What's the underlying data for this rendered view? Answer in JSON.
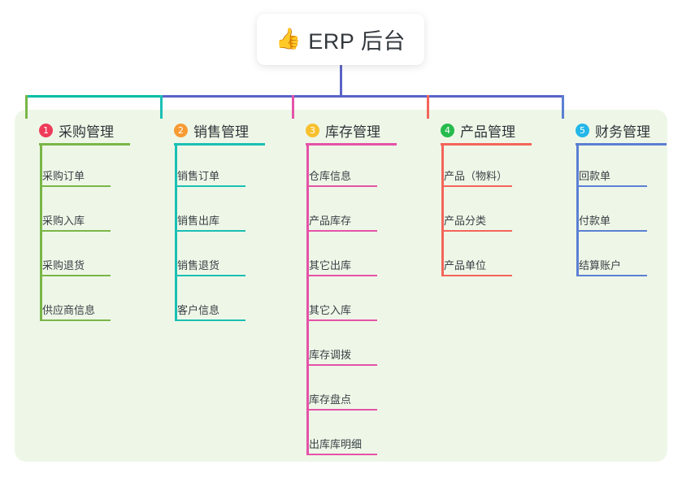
{
  "title": {
    "icon": "thumbs-up-icon",
    "emoji": "👍",
    "text": "ERP 后台"
  },
  "diagram": {
    "type": "mind-map",
    "background": "#ffffff",
    "panel_color": "#eef7e7",
    "trunk_color": "#5b63c7",
    "bus_segments": [
      {
        "color": "#7ab648"
      },
      {
        "color": "#00bfa5"
      },
      {
        "color": "#5b63c7"
      },
      {
        "color": "#5b63c7"
      },
      {
        "color": "#5b63c7"
      }
    ]
  },
  "columns": [
    {
      "number": "1",
      "label": "采购管理",
      "badge_color": "#ef3b5b",
      "line_color": "#7ab648",
      "items": [
        {
          "label": "采购订单"
        },
        {
          "label": "采购入库"
        },
        {
          "label": "采购退货"
        },
        {
          "label": "供应商信息"
        }
      ]
    },
    {
      "number": "2",
      "label": "销售管理",
      "badge_color": "#f79a34",
      "line_color": "#1bbfb4",
      "items": [
        {
          "label": "销售订单"
        },
        {
          "label": "销售出库"
        },
        {
          "label": "销售退货"
        },
        {
          "label": "客户信息"
        }
      ]
    },
    {
      "number": "3",
      "label": "库存管理",
      "badge_color": "#f7c02e",
      "line_color": "#e453a8",
      "items": [
        {
          "label": "仓库信息"
        },
        {
          "label": "产品库存"
        },
        {
          "label": "其它出库"
        },
        {
          "label": "其它入库"
        },
        {
          "label": "库存调拨"
        },
        {
          "label": "库存盘点"
        },
        {
          "label": "出库库明细"
        }
      ]
    },
    {
      "number": "4",
      "label": "产品管理",
      "badge_color": "#27bb4e",
      "line_color": "#f4645a",
      "items": [
        {
          "label": "产品（物料）"
        },
        {
          "label": "产品分类"
        },
        {
          "label": "产品单位"
        }
      ]
    },
    {
      "number": "5",
      "label": "财务管理",
      "badge_color": "#24b6e8",
      "line_color": "#5b7fd4",
      "items": [
        {
          "label": "回款单"
        },
        {
          "label": "付款单"
        },
        {
          "label": "结算账户"
        }
      ]
    }
  ]
}
